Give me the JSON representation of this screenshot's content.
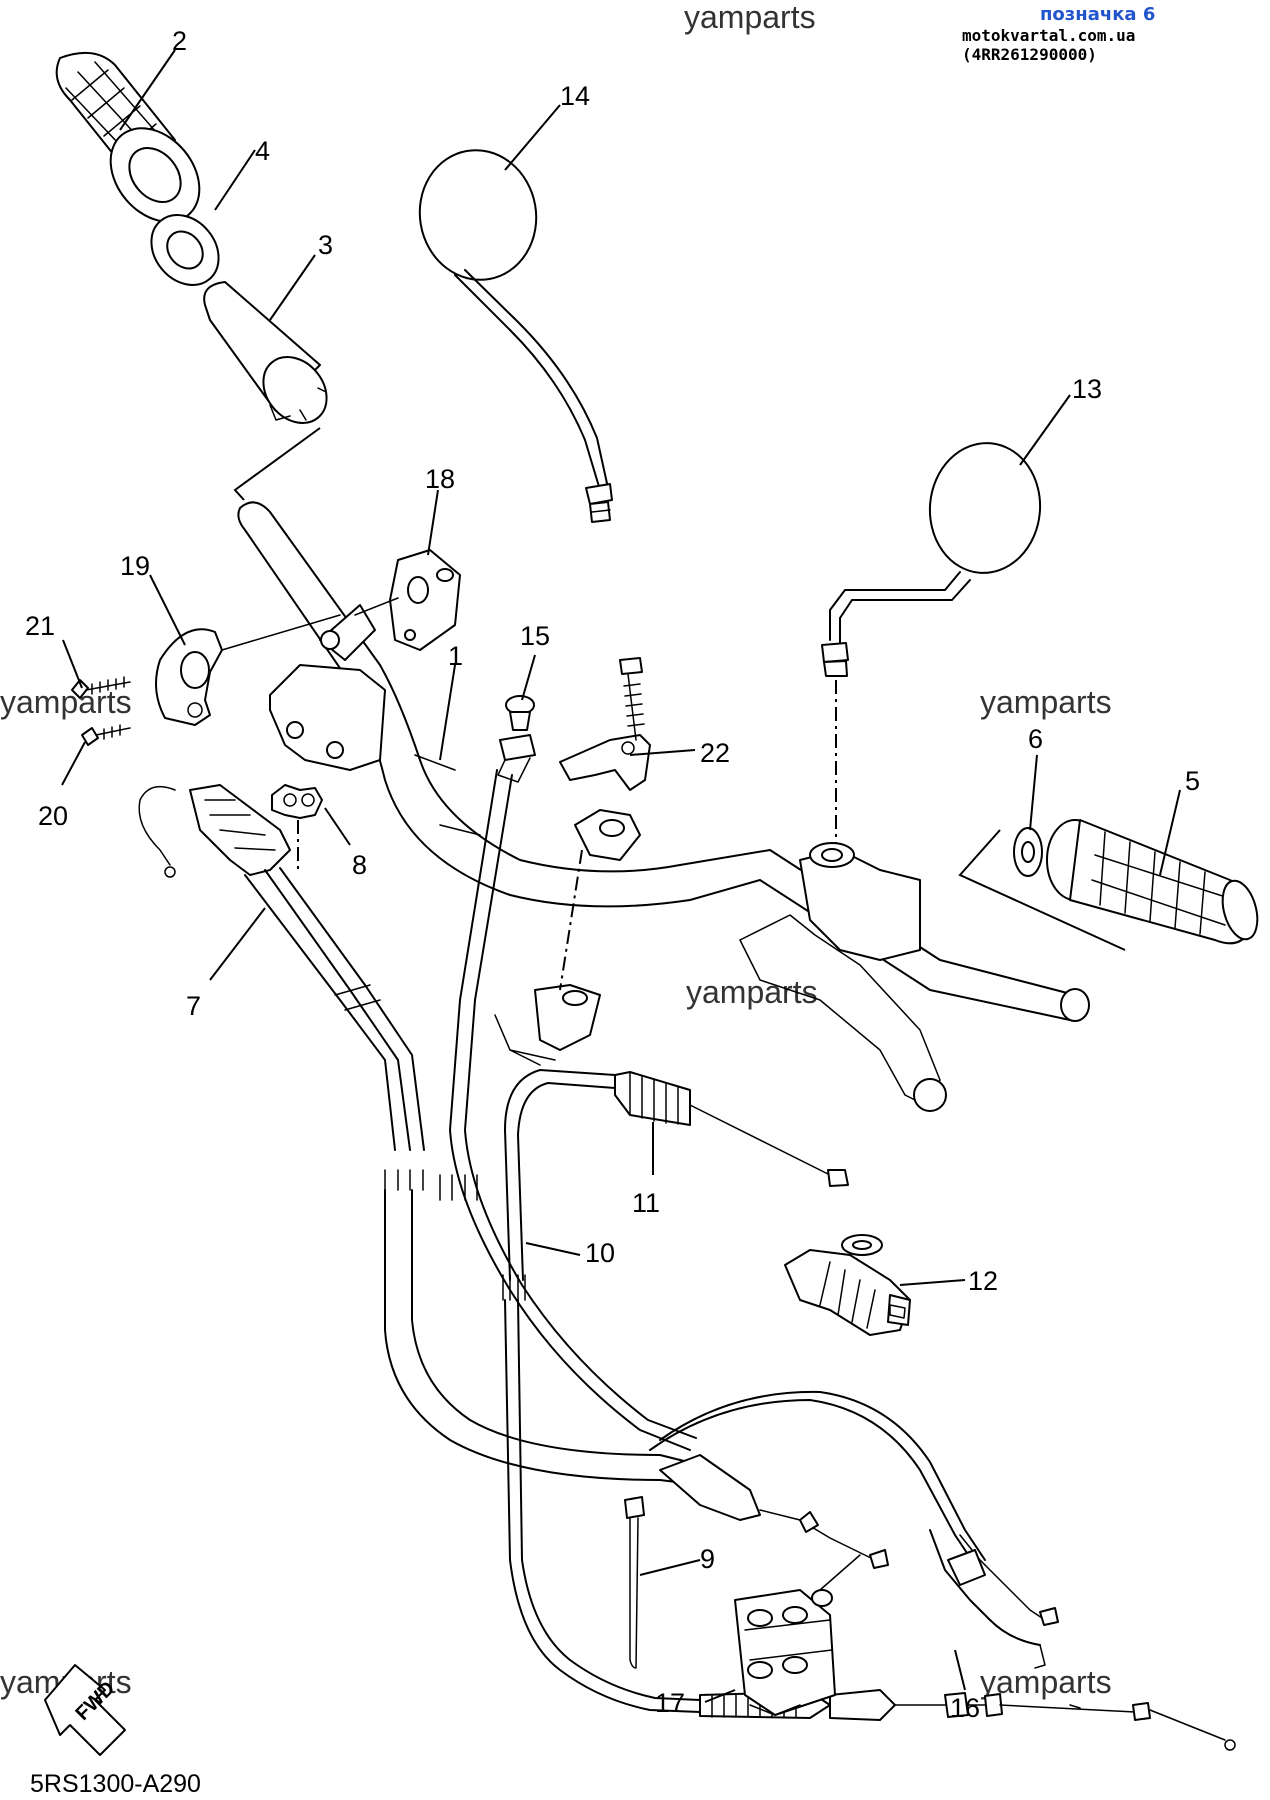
{
  "header": {
    "link_text": "позначка 6",
    "site_text": "motokvartal.com.ua (4RR261290000)"
  },
  "watermark": "yamparts",
  "diagram_code": "5RS1300-A290",
  "fwd_label": "FWD",
  "callouts": {
    "c1": "1",
    "c2": "2",
    "c3": "3",
    "c4": "4",
    "c5": "5",
    "c6": "6",
    "c7": "7",
    "c8": "8",
    "c9": "9",
    "c10": "10",
    "c11": "11",
    "c12": "12",
    "c13": "13",
    "c14": "14",
    "c15": "15",
    "c16": "16",
    "c17": "17",
    "c18": "18",
    "c19": "19",
    "c20": "20",
    "c21": "21",
    "c22": "22"
  },
  "colors": {
    "line": "#000000",
    "link": "#2255cc",
    "background": "#ffffff"
  }
}
